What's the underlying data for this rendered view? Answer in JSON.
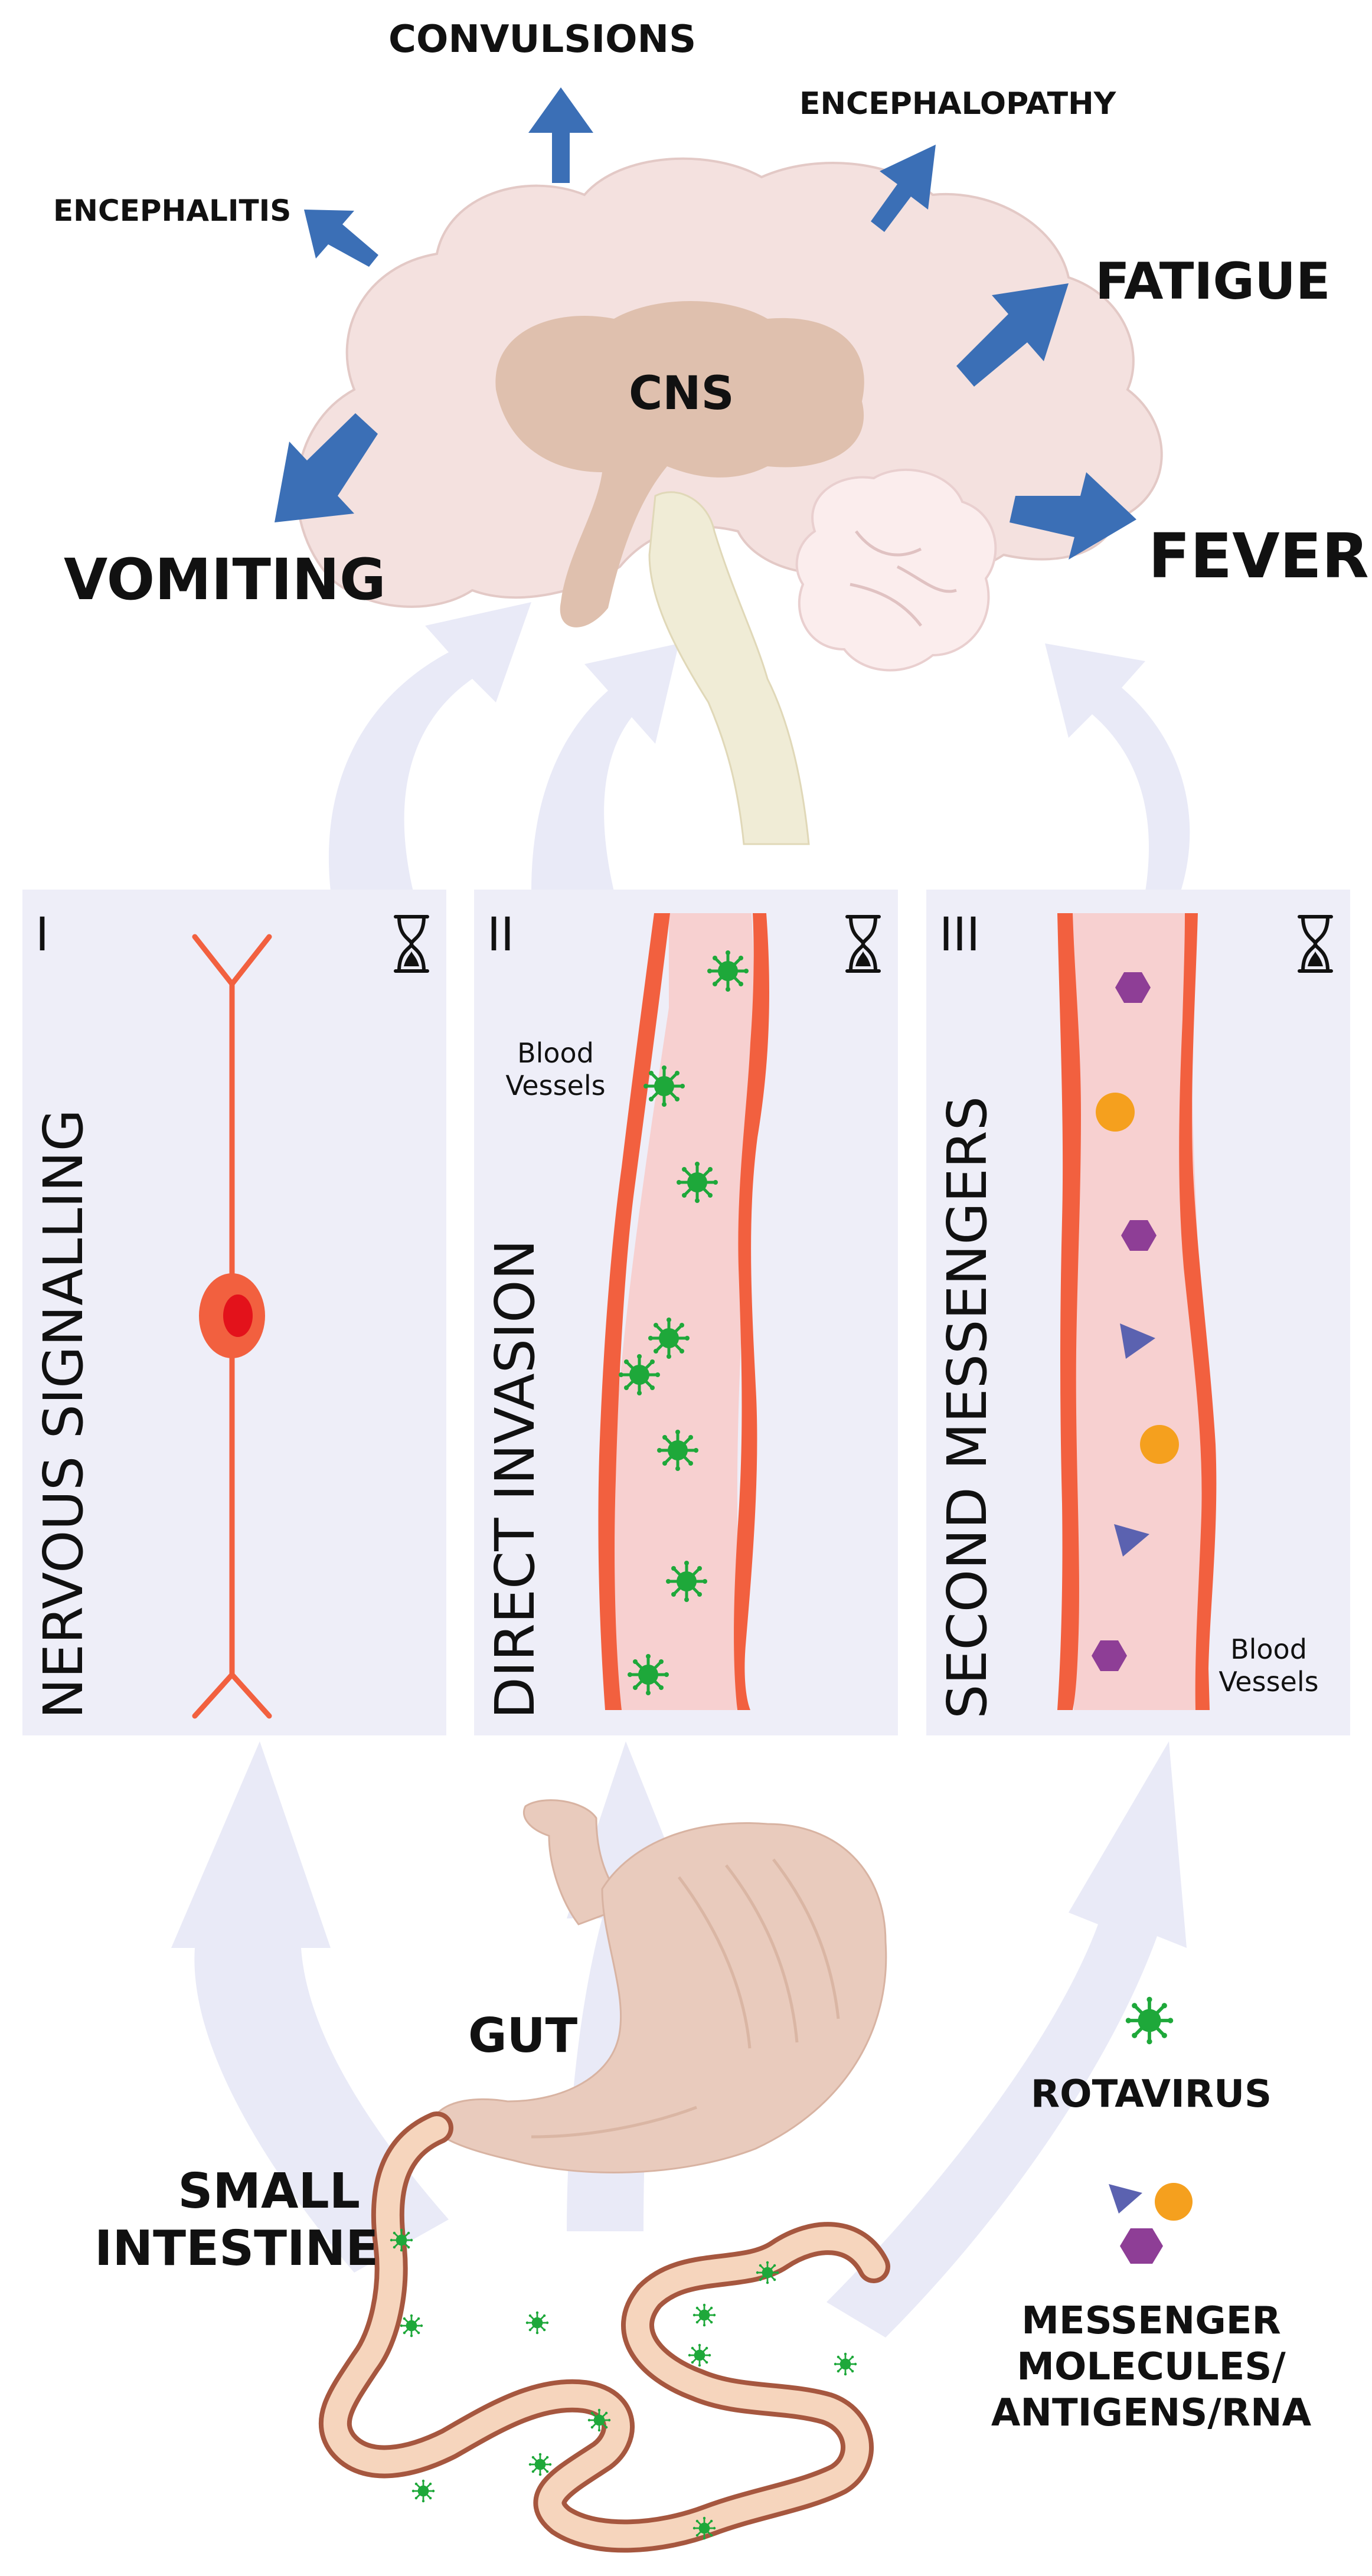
{
  "brain": {
    "label": "CNS",
    "symptoms": {
      "convulsions": "CONVULSIONS",
      "encephalopathy": "ENCEPHALOPATHY",
      "encephalitis": "ENCEPHALITIS",
      "fatigue": "FATIGUE",
      "vomiting": "VOMITING",
      "fever": "FEVER"
    }
  },
  "panels": [
    {
      "numeral": "I",
      "title": "NERVOUS SIGNALLING"
    },
    {
      "numeral": "II",
      "title": "DIRECT INVASION",
      "vessel_label": "Blood\nVessels"
    },
    {
      "numeral": "III",
      "title": "SECOND MESSENGERS",
      "vessel_label": "Blood\nVessels"
    }
  ],
  "gut": {
    "label": "GUT",
    "intestine_label": "SMALL\nINTESTINE"
  },
  "legend": {
    "rotavirus": "ROTAVIRUS",
    "messengers": "MESSENGER\nMOLECULES/\nANTIGENS/RNA"
  },
  "colors": {
    "arrow_blue": "#3b6fb6",
    "pathway_arrow": "#e9eaf7",
    "panel_bg": "#eeeef8",
    "vessel_wall": "#f2603f",
    "vessel_inner": "#f7d0d0",
    "virus_green": "#1ea83a",
    "messenger_purple": "#8e3e96",
    "messenger_orange": "#f5a01e",
    "messenger_triangle": "#5b62b0",
    "brain_pink": "#f4e1df",
    "stomach": "#e9cbbd",
    "intestine": "#f6d5bd"
  }
}
